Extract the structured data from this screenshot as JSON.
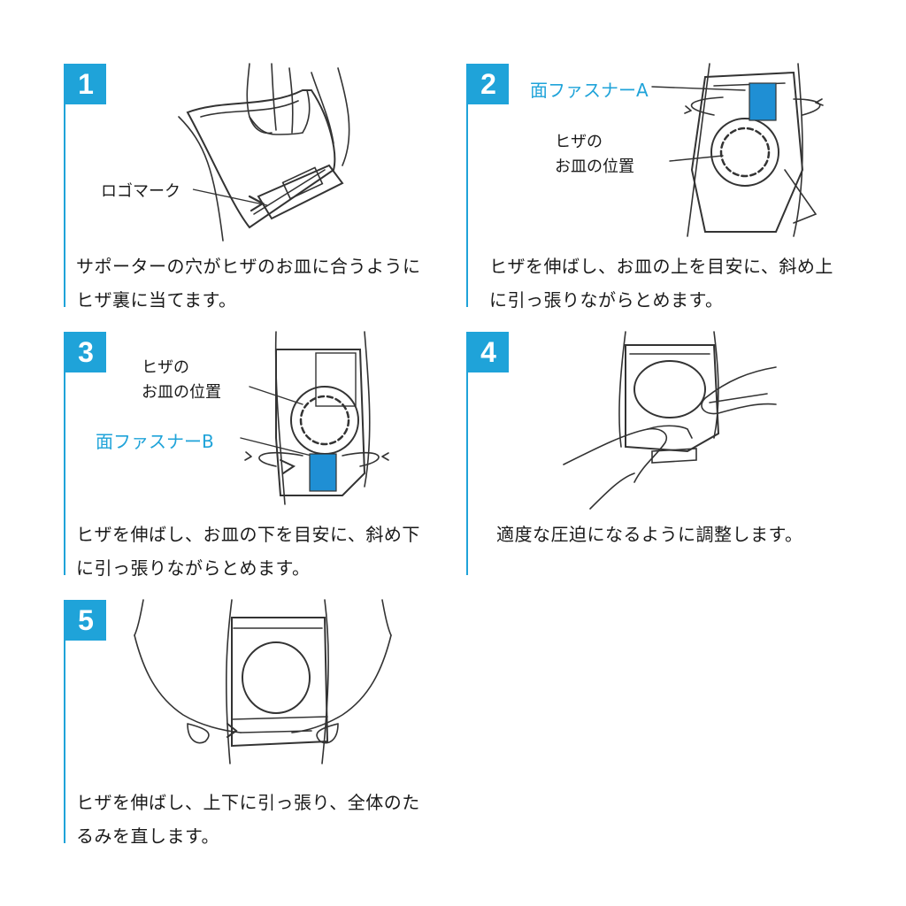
{
  "steps": [
    {
      "number": "1",
      "labels": {
        "logo": "ロゴマーク"
      },
      "caption": [
        "サポーターの穴がヒザのお皿に合うように",
        "ヒザ裏に当てます。"
      ]
    },
    {
      "number": "2",
      "labels": {
        "fastener": "面ファスナーA",
        "kneecap_1": "ヒザの",
        "kneecap_2": "お皿の位置"
      },
      "caption": [
        "ヒザを伸ばし、お皿の上を目安に、斜め上",
        "に引っ張りながらとめます。"
      ]
    },
    {
      "number": "3",
      "labels": {
        "kneecap_1": "ヒザの",
        "kneecap_2": "お皿の位置",
        "fastener": "面ファスナーB"
      },
      "caption": [
        "ヒザを伸ばし、お皿の下を目安に、斜め下",
        "に引っ張りながらとめます。"
      ]
    },
    {
      "number": "4",
      "caption": [
        "適度な圧迫になるように調整します。"
      ]
    },
    {
      "number": "5",
      "caption": [
        "ヒザを伸ばし、上下に引っ張り、全体のた",
        "るみを直します。"
      ]
    }
  ],
  "colors": {
    "accent": "#1fa3d9",
    "line": "#333333",
    "fastener": "#1f8fd4"
  }
}
